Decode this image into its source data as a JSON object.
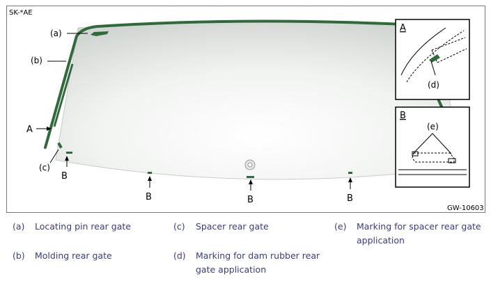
{
  "figure": {
    "corner_code": "SK-*AE",
    "figure_id": "GW-10603",
    "callouts": {
      "a": "(a)",
      "b": "(b)",
      "c": "(c)",
      "d": "(d)",
      "e": "(e)",
      "A": "A",
      "B1": "B",
      "B2": "B",
      "B3": "B",
      "B4": "B"
    },
    "detail_A": {
      "title": "A",
      "label": "(d)"
    },
    "detail_B": {
      "title": "B",
      "label": "(e)"
    },
    "colors": {
      "molding": "#2f6b3a",
      "glass_center": "#ffffff",
      "glass_edge": "#d4d8d4",
      "legend_text": "#3a3a8c"
    }
  },
  "legend": [
    {
      "key": "(a)",
      "text": "Locating pin rear gate"
    },
    {
      "key": "(c)",
      "text": "Spacer rear gate"
    },
    {
      "key": "(e)",
      "text": "Marking for spacer rear gate application"
    },
    {
      "key": "(b)",
      "text": "Molding rear gate"
    },
    {
      "key": "(d)",
      "text": "Marking for dam rubber rear gate application"
    }
  ]
}
